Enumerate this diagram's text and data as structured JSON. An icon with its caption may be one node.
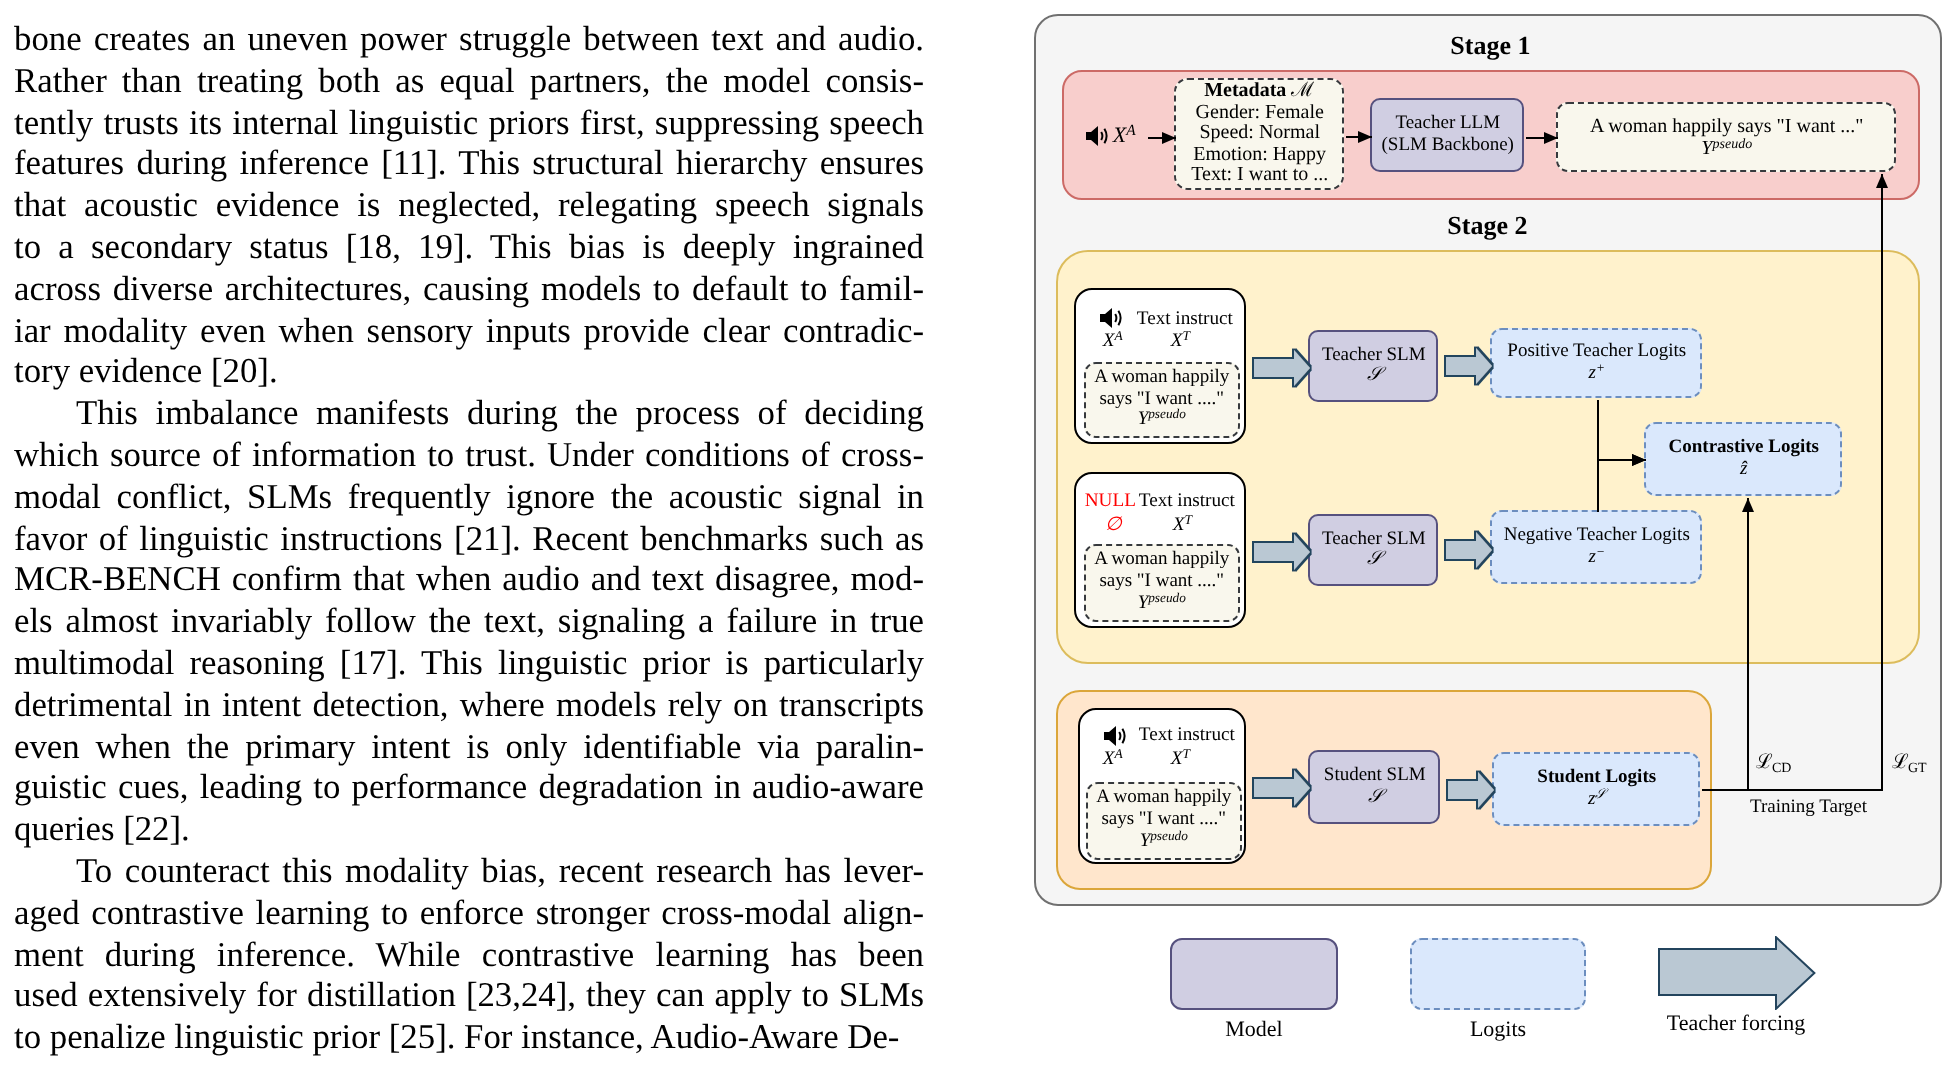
{
  "diagram": {
    "nodes": [
      {
        "text": [],
        "shape": "box"
      },
      {
        "text": [
          "Stage 1"
        ],
        "in": 0
      },
      {
        "text": [
          "X$^{A}$"
        ],
        "in": 1
      },
      {
        "text": [
          "**Metadata** ℳ",
          "Gender: Female",
          "Speed: Normal",
          "Emotion: Happy",
          "Text: I want to ..."
        ],
        "in": 1
      },
      {
        "text": [
          "Teacher LLM (SLM Backbone)"
        ],
        "in": 1
      },
      {
        "text": [
          "A woman happily says \"I want ...\"",
          "Y$^{pseudo}$"
        ],
        "in": 1
      },
      {
        "text": [
          "Stage 2"
        ],
        "in": 0
      },
      {
        "text": [
          "Text instruct",
          "X$^{A}$",
          "X$^{T}$"
        ],
        "in": 6
      },
      {
        "text": [
          "A woman happily says \"I want ....\"",
          "Y$^{pseudo}$"
        ],
        "in": 7
      },
      {
        "text": [
          "Teacher SLM",
          "𝒮"
        ],
        "in": 6
      },
      {
        "text": [
          "Positive Teacher Logits",
          "z$^{+}$"
        ],
        "in": 6
      },
      {
        "text": [
          "Contrastive Logits",
          "ẑ"
        ],
        "in": 6
      },
      {
        "text": [
          "NULL",
          "Text instruct",
          "∅",
          "X$^{T}$"
        ],
        "in": 6
      },
      {
        "text": [
          "A woman happily says \"I want ....\"",
          "Y$^{pseudo}$"
        ],
        "in": 12
      },
      {
        "text": [
          "Teacher SLM",
          "𝒮"
        ],
        "in": 6
      },
      {
        "text": [
          "Negative Teacher Logits",
          "z$^{−}$"
        ],
        "in": 6
      },
      {
        "text": [],
        "shape": "box",
        "in": 0
      },
      {
        "text": [
          "Text instruct",
          "X$^{A}$",
          "X$^{T}$"
        ],
        "in": 16
      },
      {
        "text": [
          "A woman happily says \"I want ....\"",
          "Y$^{pseudo}$"
        ],
        "in": 17
      },
      {
        "text": [
          "Student SLM",
          "𝒮"
        ],
        "in": 16
      },
      {
        "text": [
          "Student Logits",
          "z$^{𝒮}$"
        ],
        "in": 16
      }
    ],
    "edges": [
      {
        "from": 2,
        "to": 3,
        "arrow": "to"
      },
      {
        "from": 3,
        "to": 4,
        "arrow": "to"
      },
      {
        "from": 4,
        "to": 5,
        "arrow": "to"
      },
      {
        "from": 7,
        "to": 9,
        "arrow": "to",
        "style": "thick",
        "color": "#bac8d3"
      },
      {
        "from": 9,
        "to": 10,
        "arrow": "to",
        "style": "thick",
        "color": "#bac8d3"
      },
      {
        "from": 10,
        "to": 11,
        "arrow": "to"
      },
      {
        "from": 12,
        "to": 14,
        "arrow": "to",
        "style": "thick",
        "color": "#bac8d3"
      },
      {
        "from": 14,
        "to": 15,
        "arrow": "to",
        "style": "thick",
        "color": "#bac8d3"
      },
      {
        "from": 15,
        "to": 11,
        "arrow": "to"
      },
      {
        "from": 17,
        "to": 19,
        "arrow": "to",
        "style": "thick",
        "color": "#bac8d3"
      },
      {
        "from": 19,
        "to": 20,
        "arrow": "to",
        "style": "thick",
        "color": "#bac8d3"
      },
      {
        "from": 20,
        "to": 11,
        "arrow": "to",
        "label": "ℒ$_{CD}$"
      },
      {
        "from": 20,
        "to": 5,
        "arrow": "to",
        "label": "ℒ$_{GT}$"
      }
    ],
    "labels": [
      "bone creates an uneven power struggle between text and audio. Rather than treating both as equal partners, the model consis- tently trusts its internal linguistic priors first, suppressing speech features during inference [11]. This structural hierarchy ensures that acoustic evidence is neglected, relegating speech signals to a secondary status [18, 19]. This bias is deeply ingrained across diverse architectures, causing models to default to famil- iar modality even when sensory inputs provide clear contradic- tory evidence [20].",
      "This imbalance manifests during the process of deciding which source of information to trust. Under conditions of cross- modal conflict, SLMs frequently ignore the acoustic signal in favor of linguistic instructions [21]. Recent benchmarks such as MCR-BENCH confirm that when audio and text disagree, mod- els almost invariably follow the text, signaling a failure in true multimodal reasoning [17]. This linguistic prior is particularly detrimental in intent detection, where models rely on transcripts even when the primary intent is only identifiable via paralin- guistic cues, leading to performance degradation in audio-aware queries [22].",
      "To counteract this modality bias, recent research has lever- aged contrastive learning to enforce stronger cross-modal align- ment during inference. While contrastive learning has been used extensively for distillation [23,24], they can apply to SLMs to penalize linguistic prior [25]. For instance, Audio-Aware De-",
      "Training Target"
    ],
    "legend": [
      {
        "text": "Model",
        "color": "#d0cee2"
      },
      {
        "text": "Logits",
        "color": "#dae8fc"
      },
      {
        "text": "Teacher forcing"
      }
    ]
  }
}
